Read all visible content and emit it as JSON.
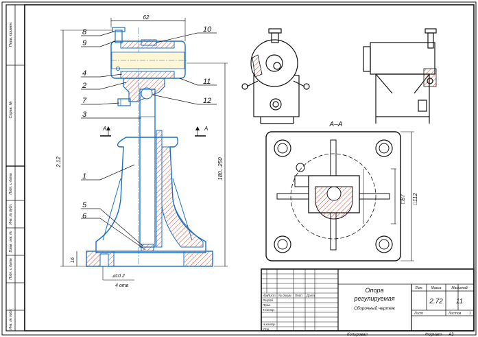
{
  "colors": {
    "part": "#1a6fc4",
    "line": "#111111",
    "hatch": "#d4432a",
    "paper": "#ffffff"
  },
  "front_view": {
    "leaders": [
      "8",
      "9",
      "10",
      "4",
      "2",
      "11",
      "7",
      "12",
      "3",
      "1",
      "5",
      "6"
    ],
    "dims": {
      "top_width": "62",
      "overall_height": "2.12",
      "range_height": "180...250",
      "base_height": "16",
      "hole": "⌀10.2",
      "hole_count": "4 отв",
      "section_left": "A",
      "section_right": "A"
    }
  },
  "section_view": {
    "title": "A–A",
    "dim_inner": "□87",
    "dim_outer": "□112"
  },
  "left_margin": [
    "Перв. примен.",
    "Справ. №",
    "Подп. и дата",
    "Инв. № дубл.",
    "Взам. инв. №",
    "Подп. и дата",
    "Инв. № подл."
  ],
  "title_block": {
    "name_line1": "Опора",
    "name_line2": "регулируемая",
    "doc_type": "Сборочный чертеж",
    "code": "2.72",
    "sheet_no": "11",
    "header_lit": "Лит.",
    "header_mass": "Масса",
    "header_scale": "Масштаб",
    "sheet_label": "Лист",
    "sheets_label": "Листов",
    "sheets_total": "1",
    "row_labels": [
      "Изм",
      "Лист",
      "№ докум.",
      "Подп.",
      "Дата"
    ],
    "roles": [
      "Разраб.",
      "Пров.",
      "Т.контр.",
      "",
      "Н.контр.",
      "Утв."
    ]
  },
  "footer": {
    "copied": "Копировал",
    "format": "Формат",
    "format_value": "A3"
  }
}
